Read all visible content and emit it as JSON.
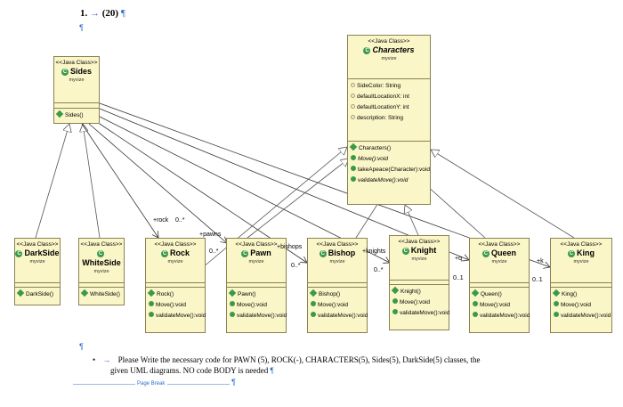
{
  "question": {
    "number": "1.",
    "arrow": "→",
    "points": "(20)",
    "pilcrow": "¶"
  },
  "diagram": {
    "stereotype": "<<Java Class>>",
    "package": "myvize",
    "classes": {
      "sides": {
        "name": "Sides",
        "methods": [
          "Sides()"
        ]
      },
      "characters": {
        "name": "Characters",
        "fields": [
          "SideColor: String",
          "defaultLocationX: int",
          "defaultLocationY: int",
          "description: String"
        ],
        "methods": [
          "Characters()",
          "Move():void",
          "takeApeace(Character):void",
          "validateMove():void"
        ]
      },
      "darkside": {
        "name": "DarkSide",
        "methods": [
          "DarkSide()"
        ]
      },
      "whiteside": {
        "name": "WhiteSide",
        "methods": [
          "WhiteSide()"
        ]
      },
      "rock": {
        "name": "Rock",
        "methods": [
          "Rock()",
          "Move():void",
          "validateMove():void"
        ]
      },
      "pawn": {
        "name": "Pawn",
        "methods": [
          "Pawn()",
          "Move():void",
          "validateMove():void"
        ]
      },
      "bishop": {
        "name": "Bishop",
        "methods": [
          "Bishop()",
          "Move():void",
          "validateMove():void"
        ]
      },
      "knight": {
        "name": "Knight",
        "methods": [
          "Knight()",
          "Move():void",
          "validateMove():void"
        ]
      },
      "queen": {
        "name": "Queen",
        "methods": [
          "Queen()",
          "Move():void",
          "validateMove():void"
        ]
      },
      "king": {
        "name": "King",
        "methods": [
          "King()",
          "Move():void",
          "validateMove():void"
        ]
      }
    },
    "associations": {
      "rock": {
        "role": "+rock",
        "mult": "0..*"
      },
      "pawns": {
        "role": "+pawns",
        "mult": "0..*"
      },
      "bishops": {
        "role": "+bishops",
        "mult": "0..*"
      },
      "knights": {
        "role": "+knights",
        "mult": "0..*"
      },
      "queen": {
        "role": "+q",
        "mult": "0..1"
      },
      "king": {
        "role": "+k",
        "mult": "0..1"
      }
    }
  },
  "instruction": {
    "bullet": "•",
    "arrow": "→",
    "line1": "Please Write the necessary code for PAWN (5), ROCK(-), CHARACTERS(5), Sides(5), DarkSide(5) classes, the",
    "line2": "given UML diagrams. NO code BODY is needed",
    "pilcrow": "¶"
  },
  "page_break": {
    "label": "Page Break",
    "pilcrow": "¶"
  },
  "colors": {
    "class_fill": "#fbf6c8",
    "class_border": "#8a8250",
    "icon_green": "#3b9a4a",
    "mark_blue": "#2f6fc9"
  }
}
